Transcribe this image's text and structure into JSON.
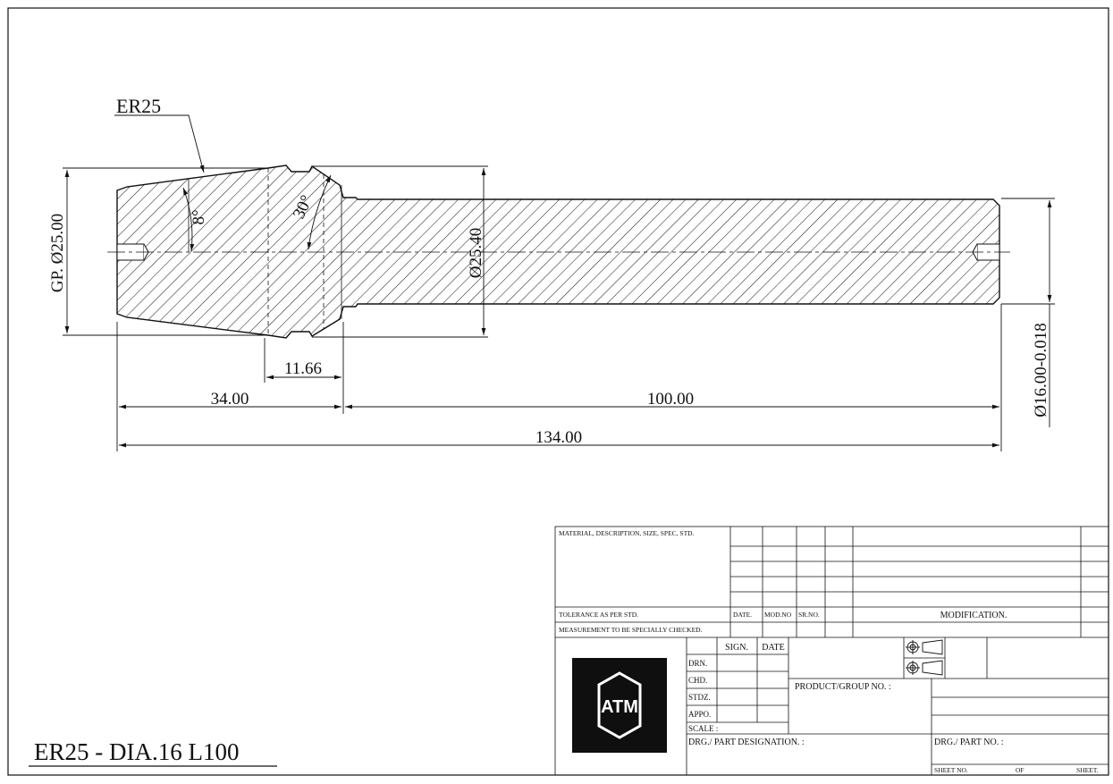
{
  "drawing": {
    "title": "ER25 - DIA.16 L100",
    "callout": "ER25",
    "dimensions": {
      "gp_diameter": "GP. Ø25.00",
      "collar_diameter": "Ø25.40",
      "shank_diameter": "Ø16.00-0.018",
      "taper_angle": "8°",
      "chamfer_angle": "30°",
      "groove_length": "11.66",
      "head_length": "34.00",
      "shank_length": "100.00",
      "overall_length": "134.00"
    }
  },
  "title_block": {
    "material_header": "MATERIAL, DESCRIPTION, SIZE, SPEC, STD.",
    "tolerance": "TOLERANCE AS PER STD.",
    "measurement": "MEASUREMENT TO BE SPECIALLY CHECKED.",
    "rev_headers": {
      "date": "DATE.",
      "mod_no": "MOD.NO",
      "sr_no": "SR.NO.",
      "modification": "MODIFICATION."
    },
    "sign_header": "SIGN.",
    "date_header": "DATE",
    "roles": [
      "DRN.",
      "CHD.",
      "STDZ.",
      "APPO."
    ],
    "scale": "SCALE :",
    "product_group": "PRODUCT/GROUP NO. :",
    "part_designation": "DRG./ PART DESIGNATION. :",
    "part_no": "DRG./ PART NO. :",
    "sheet_no": "SHEET NO.",
    "of": "OF",
    "sheet": "SHEET.",
    "logo_text": "ATM"
  },
  "colors": {
    "line": "#111111",
    "logo_bg": "#0f0f0f",
    "logo_fg": "#ffffff"
  },
  "icons": [
    "first-angle-projection-icon",
    "brand-logo"
  ]
}
